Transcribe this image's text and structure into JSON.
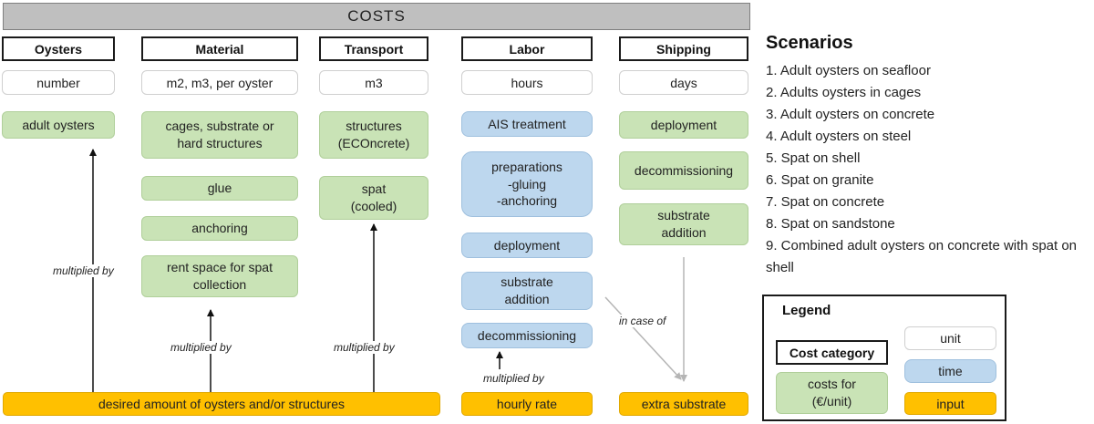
{
  "header": {
    "title": "COSTS"
  },
  "categories": [
    {
      "label": "Oysters",
      "unit": "number"
    },
    {
      "label": "Material",
      "unit": "m2, m3, per oyster"
    },
    {
      "label": "Transport",
      "unit": "m3"
    },
    {
      "label": "Labor",
      "unit": "hours"
    },
    {
      "label": "Shipping",
      "unit": "days"
    }
  ],
  "boxes": {
    "oysters": {
      "adult_oysters": "adult oysters"
    },
    "material": {
      "cages_line1": "cages, substrate or",
      "cages_line2": "hard structures",
      "glue": "glue",
      "anchoring": "anchoring",
      "rent_line1": "rent space for spat",
      "rent_line2": "collection"
    },
    "transport": {
      "structures_line1": "structures",
      "structures_line2": "(ECOncrete)",
      "spat_line1": "spat",
      "spat_line2": "(cooled)"
    },
    "labor": {
      "ais": "AIS treatment",
      "prep_line1": "preparations",
      "prep_line2": "-gluing",
      "prep_line3": "-anchoring",
      "deployment": "deployment",
      "substrate_line1": "substrate",
      "substrate_line2": "addition",
      "decommissioning": "decommissioning"
    },
    "shipping": {
      "deployment": "deployment",
      "decommissioning": "decommissioning",
      "substrate_line1": "substrate",
      "substrate_line2": "addition"
    }
  },
  "inputs": {
    "desired_amount": "desired amount of oysters and/or structures",
    "hourly_rate": "hourly rate",
    "extra_substrate": "extra substrate"
  },
  "arrow_labels": {
    "multiplied_by_1": "multiplied by",
    "multiplied_by_2": "multiplied by",
    "multiplied_by_3": "multiplied by",
    "multiplied_by_4": "multiplied by",
    "in_case_of": "in case of"
  },
  "scenarios": {
    "title": "Scenarios",
    "items": [
      "1. Adult oysters on seafloor",
      "2. Adults oysters in cages",
      "3. Adult oysters on concrete",
      "4. Adult oysters on steel",
      "5. Spat on shell",
      "6. Spat on granite",
      "7. Spat on concrete",
      "8. Spat on sandstone",
      "9. Combined adult oysters on concrete with spat on shell"
    ]
  },
  "legend": {
    "title": "Legend",
    "cost_category": "Cost category",
    "unit": "unit",
    "costs_line1": "costs for",
    "costs_line2": "(€/unit)",
    "time": "time",
    "input": "input"
  },
  "colors": {
    "green": "#c9e3b6",
    "blue": "#bdd7ee",
    "orange": "#ffc000",
    "header_gray": "#bfbfbf"
  }
}
